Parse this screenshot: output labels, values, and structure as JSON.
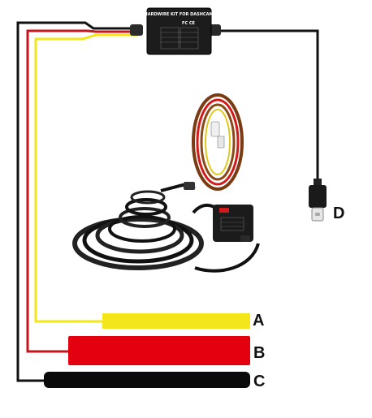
{
  "module": {
    "title": "HARDWIRE KIT FOR DASHCAM",
    "marks": "FC CE"
  },
  "labels": {
    "a": "A",
    "b": "B",
    "c": "C",
    "d": "D"
  },
  "colors": {
    "yellow_wire": "#f3e61a",
    "red_wire": "#e3000f",
    "black_wire": "#000000"
  }
}
